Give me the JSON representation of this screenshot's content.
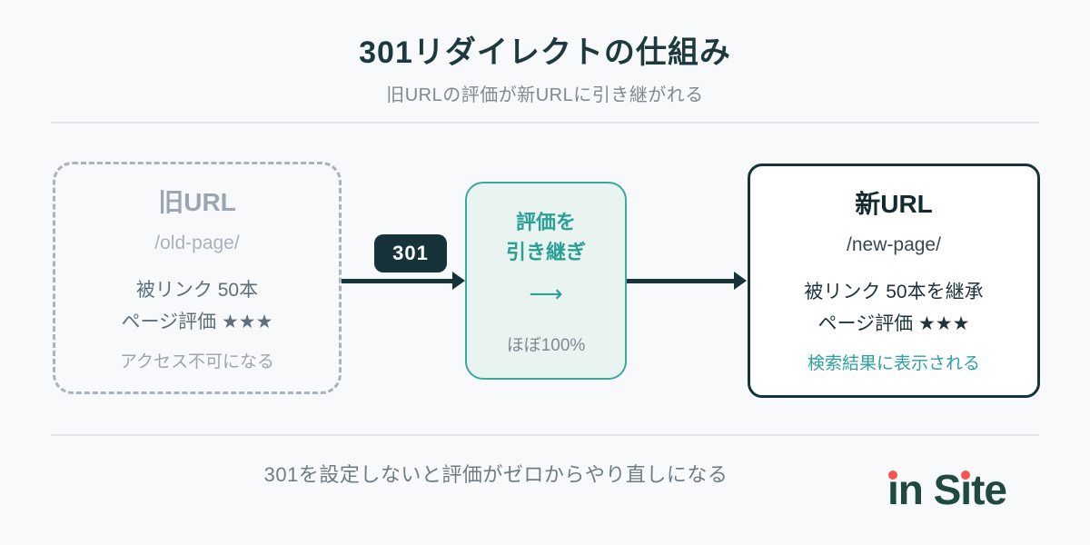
{
  "colors": {
    "background": "#f8f9fb",
    "dark_teal": "#16333a",
    "accent_teal": "#2aa096",
    "transfer_box_bg": "#e9f4f1",
    "muted_gray": "#7d8a91",
    "dashed_border_gray": "#a9b3bb",
    "logo_green": "#1f4a40",
    "logo_dot_red": "#f3564e"
  },
  "header": {
    "title": "301リダイレクトの仕組み",
    "subtitle": "旧URLの評価が新URLに引き継がれる"
  },
  "diagram": {
    "old_box": {
      "title": "旧URL",
      "url": "/old-page/",
      "stat1": "被リンク 50本",
      "stat2": "ページ評価 ★★★",
      "note": "アクセス不可になる"
    },
    "redirect_badge": "301",
    "transfer_box": {
      "line1": "評価を",
      "line2": "引き継ぎ",
      "arrow_symbol": "⟶",
      "note": "ほぼ100%"
    },
    "new_box": {
      "title": "新URL",
      "url": "/new-page/",
      "stat1": "被リンク 50本を継承",
      "stat2": "ページ評価 ★★★",
      "note": "検索結果に表示される"
    }
  },
  "footer": {
    "caption": "301を設定しないと評価がゼロからやり直しになる",
    "logo_words": [
      "in",
      "Site"
    ]
  }
}
